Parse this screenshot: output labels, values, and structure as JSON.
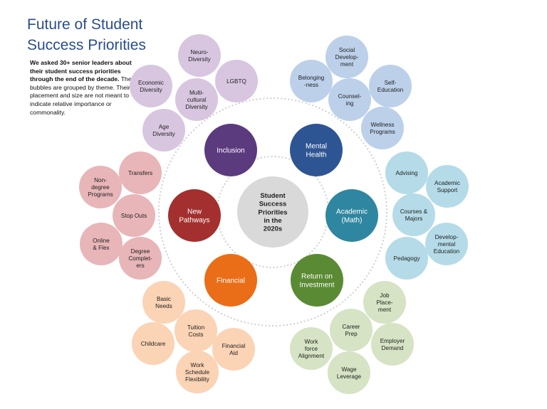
{
  "title": [
    "Future of Student",
    "Success Priorities"
  ],
  "intro": {
    "bold": "We asked 30+ senior leaders about their student success priorities through the end of the decade.",
    "rest": " The bubbles are grouped by theme. Their placement and size are not meant to indicate relative importance or commonality."
  },
  "colors": {
    "center": "#d9d9d9",
    "inclusion": "#5c3a7e",
    "mental_health": "#2e5593",
    "academic": "#2f86a0",
    "roi": "#5b8a35",
    "financial": "#ea6d17",
    "new_pathways": "#a3302e",
    "diversity_light": "#d8c6e0",
    "wellness_light": "#bcd0ea",
    "academic_light": "#b5dbe8",
    "career_light": "#d6e3c4",
    "financial_light": "#fbd3b5",
    "pathways_light": "#e8b5b8"
  },
  "center": {
    "lines": [
      "Student",
      "Success",
      "Priorities",
      "in the",
      "2020s"
    ]
  },
  "themes": [
    {
      "id": "inclusion",
      "lines": [
        "Inclusion"
      ]
    },
    {
      "id": "mental-health",
      "lines": [
        "Mental",
        "Health"
      ]
    },
    {
      "id": "academic",
      "lines": [
        "Academic",
        "(Math)"
      ]
    },
    {
      "id": "roi",
      "lines": [
        "Return on",
        "Investment"
      ]
    },
    {
      "id": "financial",
      "lines": [
        "Financial"
      ]
    },
    {
      "id": "new-pathways",
      "lines": [
        "New",
        "Pathways"
      ]
    }
  ],
  "bubbles": {
    "diversity": [
      [
        "Neuro-",
        "Diversity"
      ],
      [
        "LGBTQ"
      ],
      [
        "Economic",
        "Diversity"
      ],
      [
        "Multi-",
        "cultural",
        "Diversity"
      ],
      [
        "Age",
        "Diversity"
      ]
    ],
    "wellness": [
      [
        "Social",
        "Develop-",
        "ment"
      ],
      [
        "Belonging",
        "-ness"
      ],
      [
        "Self-",
        "Education"
      ],
      [
        "Counsel-",
        "ing"
      ],
      [
        "Wellness",
        "Programs"
      ]
    ],
    "academic": [
      [
        "Advising"
      ],
      [
        "Academic",
        "Support"
      ],
      [
        "Courses &",
        "Majors"
      ],
      [
        "Develop-",
        "mental",
        "Education"
      ],
      [
        "Pedagogy"
      ]
    ],
    "career": [
      [
        "Job",
        "Place-",
        "ment"
      ],
      [
        "Career",
        "Prep"
      ],
      [
        "Employer",
        "Demand"
      ],
      [
        "Work",
        "force",
        "Alignment"
      ],
      [
        "Wage",
        "Leverage"
      ]
    ],
    "financial": [
      [
        "Basic",
        "Needs"
      ],
      [
        "Tuition",
        "Costs"
      ],
      [
        "Childcare"
      ],
      [
        "Financial",
        "Aid"
      ],
      [
        "Work",
        "Schedule",
        "Flexibility"
      ]
    ],
    "pathways": [
      [
        "Transfers"
      ],
      [
        "Non-",
        "degree",
        "Programs"
      ],
      [
        "Stop Outs"
      ],
      [
        "Online",
        "& Flex"
      ],
      [
        "Degree",
        "Complet-",
        "ers"
      ]
    ]
  }
}
